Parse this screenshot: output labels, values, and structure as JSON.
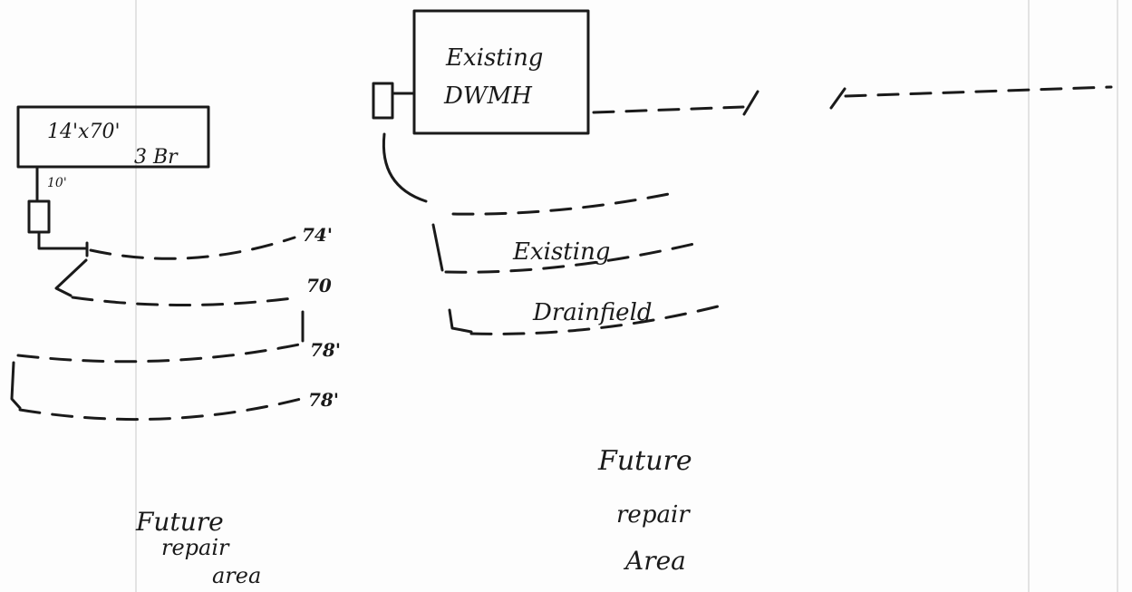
{
  "home_label": {
    "line1": "14'x70'",
    "line2": "3 Br"
  },
  "existing_house": {
    "line1": "Existing",
    "line2": "DWMH"
  },
  "pipe_label": "10'",
  "left_field_lines": [
    "74'",
    "70",
    "78'",
    "78'"
  ],
  "existing_drainfield": {
    "line1": "Existing",
    "line2": "Drainfield"
  },
  "future_area_left": [
    "Future",
    "repair",
    "area"
  ],
  "future_area_right": [
    "Future",
    "repair",
    "Area"
  ]
}
